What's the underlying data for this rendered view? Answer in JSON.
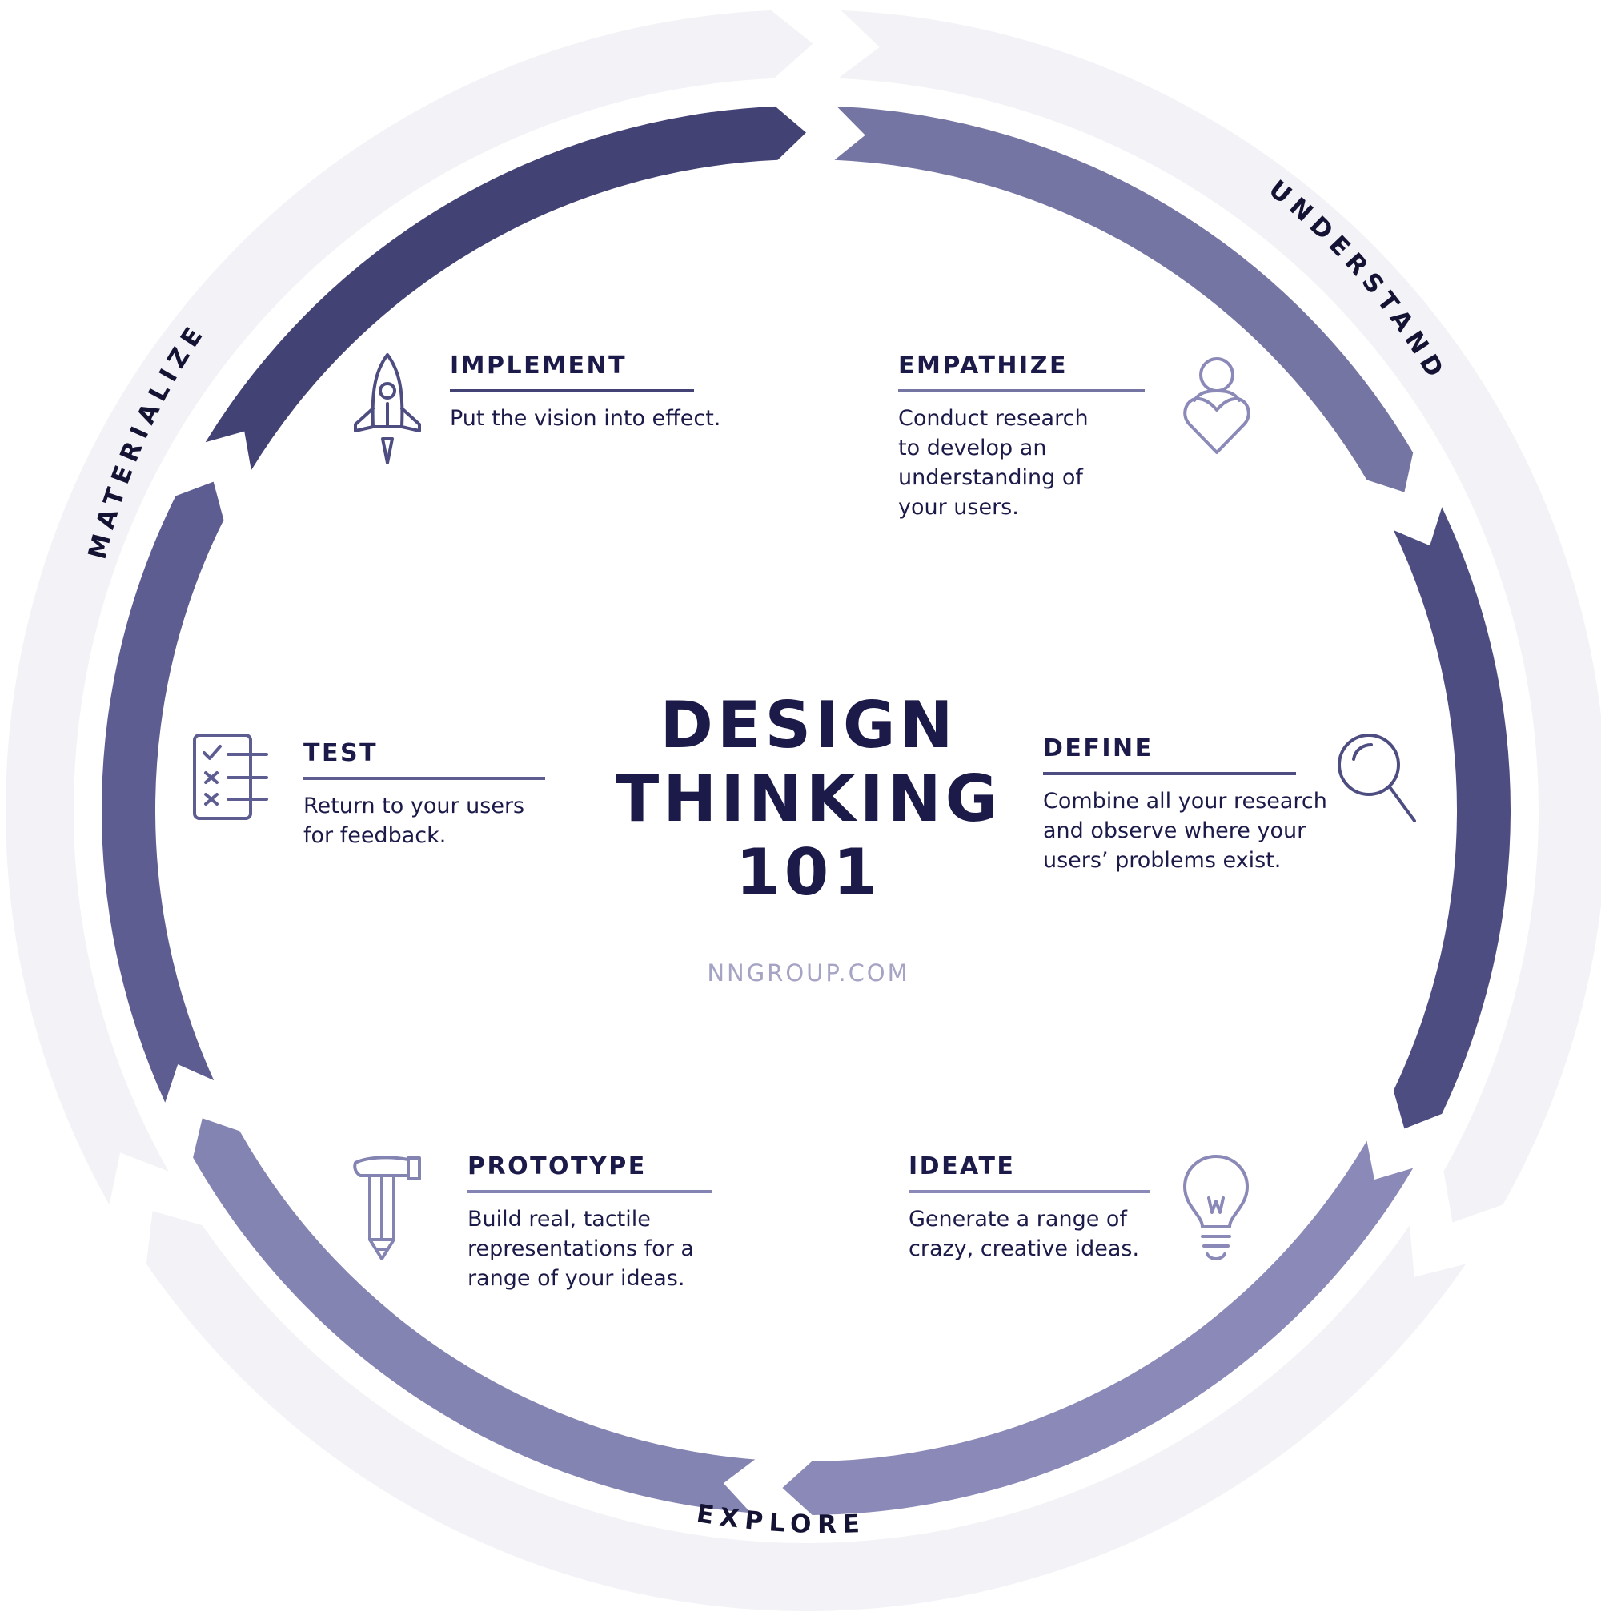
{
  "title": {
    "line1": "DESIGN",
    "line2": "THINKING",
    "line3": "101"
  },
  "source": "NNGROUP.COM",
  "phases": {
    "understand": "UNDERSTAND",
    "explore": "EXPLORE",
    "materialize": "MATERIALIZE"
  },
  "stages": {
    "empathize": {
      "name": "EMPATHIZE",
      "lines": [
        "Conduct research",
        "to develop an",
        "understanding of",
        "your users."
      ],
      "icon": "person-heart-icon",
      "color": "#7575a3"
    },
    "define": {
      "name": "DEFINE",
      "lines": [
        "Combine all your research",
        "and observe where your",
        "users’ problems exist."
      ],
      "icon": "magnifying-glass-icon",
      "color": "#4e4d81"
    },
    "ideate": {
      "name": "IDEATE",
      "lines": [
        "Generate a range of",
        "crazy, creative ideas."
      ],
      "icon": "lightbulb-icon",
      "color": "#8a89b7"
    },
    "prototype": {
      "name": "PROTOTYPE",
      "lines": [
        "Build real, tactile",
        "representations for a",
        "range of your ideas."
      ],
      "icon": "hammer-pencil-icon",
      "color": "#8484b3"
    },
    "test": {
      "name": "TEST",
      "lines": [
        "Return to your users",
        "for feedback."
      ],
      "icon": "checklist-icon",
      "color": "#5e5d91"
    },
    "implement": {
      "name": "IMPLEMENT",
      "lines": [
        "Put the vision into effect."
      ],
      "icon": "rocket-icon",
      "color": "#434275"
    }
  },
  "colors": {
    "title": "#1b1a49",
    "outer_ring": "#f2f2f7",
    "source_text": "#a6a4c4"
  }
}
